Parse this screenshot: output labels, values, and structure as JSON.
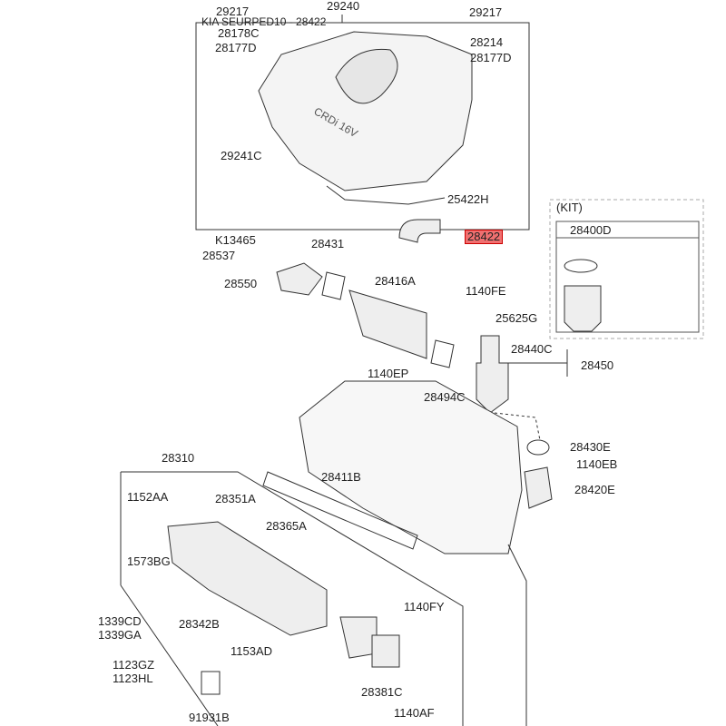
{
  "caption": "KIA SEURPED10 - 28422",
  "highlight_color": "#f07070",
  "kit": {
    "title": "(KIT)",
    "part": "28400D"
  },
  "cover_text": "CRDi 16V",
  "labels": {
    "p29217a": "29217",
    "p29240": "29240",
    "p29217b": "29217",
    "p28178C": "28178C",
    "p28177Da": "28177D",
    "p28214": "28214",
    "p28177Db": "28177D",
    "p29241C": "29241C",
    "p25422H": "25422H",
    "p28422": "28422",
    "pK13465": "K13465",
    "p28537": "28537",
    "p28431": "28431",
    "p28550": "28550",
    "p28416A": "28416A",
    "p1140FE": "1140FE",
    "p25625G": "25625G",
    "p28440C": "28440C",
    "p28450": "28450",
    "p1140EP": "1140EP",
    "p28494C": "28494C",
    "p28430E": "28430E",
    "p1140EB": "1140EB",
    "p28420E": "28420E",
    "p28310": "28310",
    "p28411B": "28411B",
    "p1152AA": "1152AA",
    "p28351A": "28351A",
    "p28365A": "28365A",
    "p1573BG": "1573BG",
    "p1339CD": "1339CD",
    "p1339GA": "1339GA",
    "p28342B": "28342B",
    "p1153AD": "1153AD",
    "p1140FY": "1140FY",
    "p1123GZ": "1123GZ",
    "p1123HL": "1123HL",
    "p91931B": "91931B",
    "p28381C": "28381C",
    "p1140AF": "1140AF"
  }
}
